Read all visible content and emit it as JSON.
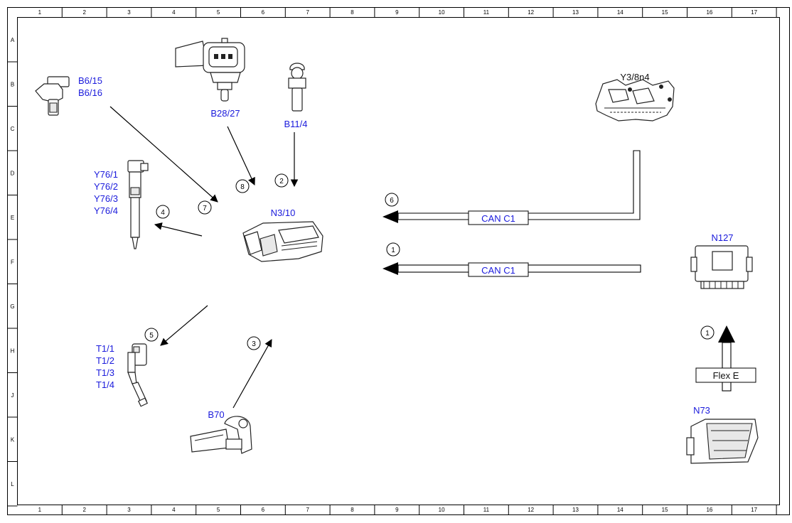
{
  "grid": {
    "columns": [
      "1",
      "2",
      "3",
      "4",
      "5",
      "6",
      "7",
      "8",
      "9",
      "10",
      "11",
      "12",
      "13",
      "14",
      "15",
      "16",
      "17"
    ],
    "rows": [
      "A",
      "B",
      "C",
      "D",
      "E",
      "F",
      "G",
      "H",
      "J",
      "K",
      "L"
    ]
  },
  "components": {
    "b6_15": "B6/15",
    "b6_16": "B6/16",
    "b28_27": "B28/27",
    "b11_4": "B11/4",
    "y3_8n4": "Y3/8n4",
    "y76_1": "Y76/1",
    "y76_2": "Y76/2",
    "y76_3": "Y76/3",
    "y76_4": "Y76/4",
    "n3_10": "N3/10",
    "n127": "N127",
    "t1_1": "T1/1",
    "t1_2": "T1/2",
    "t1_3": "T1/3",
    "t1_4": "T1/4",
    "b70": "B70",
    "n73": "N73"
  },
  "steps": {
    "s8": "8",
    "s2": "2",
    "s7": "7",
    "s4": "4",
    "s6": "6",
    "s1_can": "1",
    "s5": "5",
    "s3": "3",
    "s1_flex": "1"
  },
  "buses": {
    "can_top": "CAN C1",
    "can_bottom": "CAN C1",
    "flex": "Flex E"
  }
}
